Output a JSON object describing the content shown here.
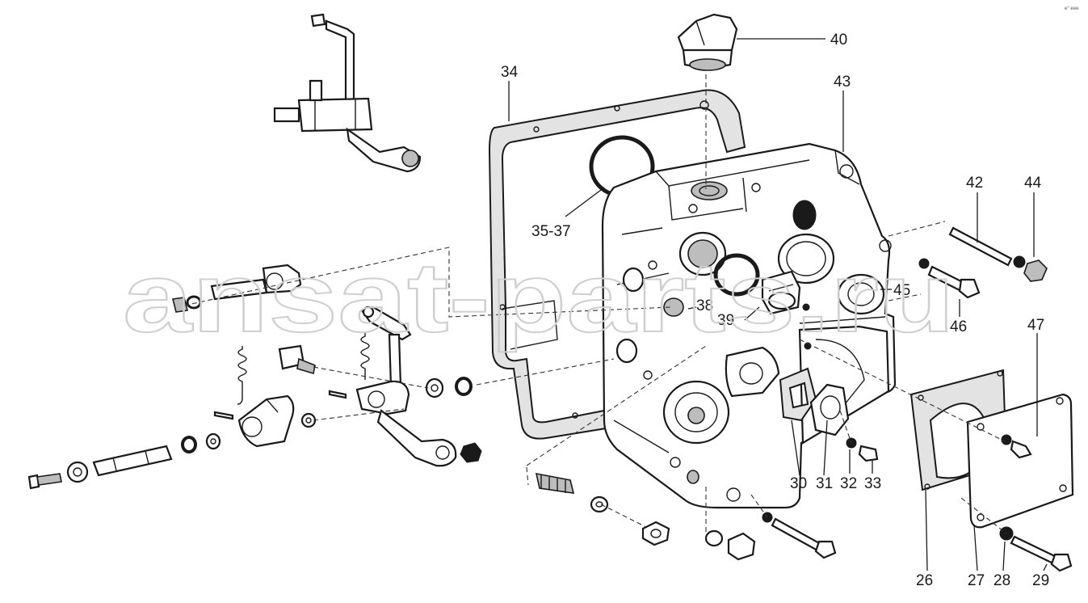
{
  "diagram": {
    "corner_mark": "e° eee",
    "watermark": "ansat-parts.ru",
    "callouts": [
      {
        "id": "40",
        "label": "40"
      },
      {
        "id": "34",
        "label": "34"
      },
      {
        "id": "43",
        "label": "43"
      },
      {
        "id": "35-37",
        "label": "35-37"
      },
      {
        "id": "42",
        "label": "42"
      },
      {
        "id": "44",
        "label": "44"
      },
      {
        "id": "45",
        "label": "45"
      },
      {
        "id": "46",
        "label": "46"
      },
      {
        "id": "38",
        "label": "38"
      },
      {
        "id": "39",
        "label": "39"
      },
      {
        "id": "47",
        "label": "47"
      },
      {
        "id": "30",
        "label": "30"
      },
      {
        "id": "31",
        "label": "31"
      },
      {
        "id": "32",
        "label": "32"
      },
      {
        "id": "33",
        "label": "33"
      },
      {
        "id": "26",
        "label": "26"
      },
      {
        "id": "27",
        "label": "27"
      },
      {
        "id": "28",
        "label": "28"
      },
      {
        "id": "29",
        "label": "29"
      }
    ]
  }
}
